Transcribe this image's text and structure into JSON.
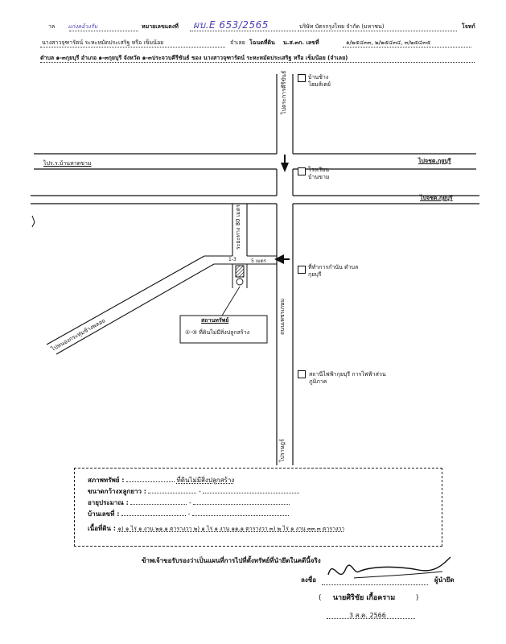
{
  "header": {
    "line1": {
      "prefix": "าล",
      "district": "แก่งคอ้วงรับ",
      "deed_label": "หมายเลขแดงที่",
      "deed_no": "ผบ.E 653/2565",
      "plaintiff": "บริษัท บัตรกรุงไทย จำกัด (มหาชน)",
      "plaintiff_role": "โจทก์"
    },
    "line2": {
      "owner": "นางสาวจุฑารัตน์ ระหะหมัดประเสริฐ หรือ เข็มน้อย",
      "defendant": "จำเลย",
      "title_label": "โฉนดที่ดิน",
      "land_no_label": "น.ส.๓ก. เลขที่",
      "land_numbers": "๑/๒๕๔๓๓, ๒/๒๕๔๓๔, ๓/๒๕๔๓๕"
    },
    "line3": {
      "text": "ตำบล ๑-๓กุยบุรี อำเภอ ๑-๓กุยบุรี จังหวัด ๑-๓ประจวบคีรีขันธ์ ของ นางสาวจุฑารัตน์ ระหะหมัดประเสริฐ หรือ เข็มน้อย (จำเลย)"
    }
  },
  "map": {
    "road_north": "ไปตระการคีรีขันธ์",
    "road_west": "ไปร.ร.บ้านหาดขาม",
    "road_east_1": "ไปจชต.กุยบุรี",
    "road_east_2": "ไปจชต.กุยบุรี",
    "road_south": "ไปราษฎร์",
    "road_diagonal": "ไปหนองกระทุ่มช้างพลอย",
    "main_road": "ถนนเพชรเกษม",
    "inner_road": "ระยะทาง 80 เมตร",
    "short_dist": "5 เมตร",
    "lm_1": "บ้านช้าง โฮมส์เตย์",
    "lm_2": "โรงเรียน บ้านขาม",
    "lm_3": "ที่ทำการกำนัน ตำบลกุยบุรี",
    "lm_4": "สถานีไฟฟ้ากุยบุรี การไฟฟ้าส่วนภูมิภาค",
    "plot_number": "1-3",
    "legend_title": "สถานทรัพย์",
    "legend_text": "①-③ ที่ดินไม่มีสิ่งปลูกสร้าง"
  },
  "form": {
    "status_label": "สภาพทรัพย์ :",
    "status_value": "ที่ดินไม่มีสิ่งปลูกสร้าง",
    "size_label": "ขนาดกว้างxลูกยาว :",
    "size_value": "-",
    "age_label": "อายุประมาณ :",
    "age_value": "-",
    "house_label": "บ้านเลขที่ :",
    "house_value": "-",
    "area_label": "เนื้อที่ดิน :",
    "area_value": "๑) ๑ ไร่ ๑ งาน ๒๑.๑ ตารางวา ๒) ๑ ไร่ ๑ งาน ๑๑.๑ ตารางวา ๓) ๒ ไร่ ๑ งาน ๓๓.๓ ตารางวา"
  },
  "certification": {
    "statement": "ข้าพเจ้าขอรับรองว่าเป็นแผนที่การไปที่ตั้งทรัพย์ที่นำยึดในคดีนี้จริง",
    "sign_label": "ลงชื่อ",
    "role": "ผู้นำยึด",
    "name": "นายศิริชัย เกื้อคราม",
    "date": "3 ส.ค. 2566"
  }
}
